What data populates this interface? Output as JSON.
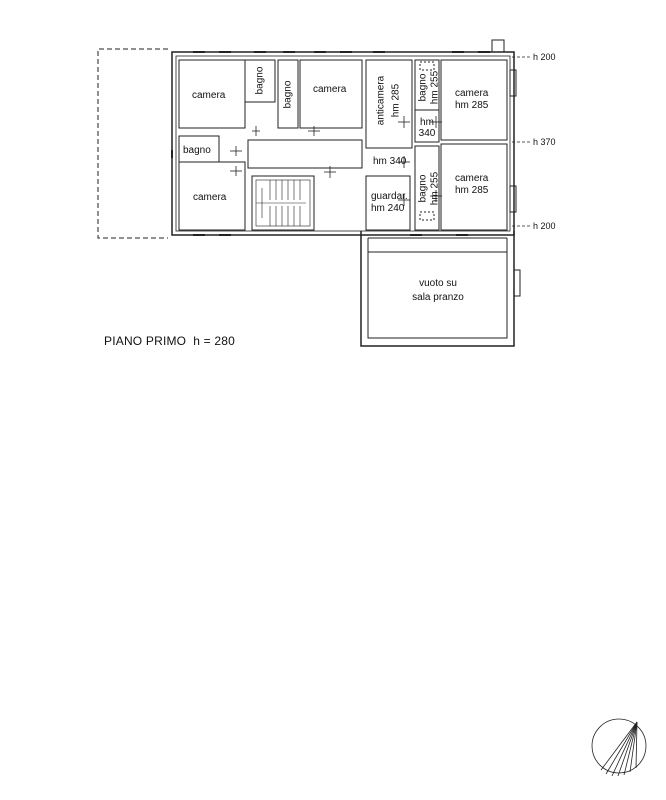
{
  "rooms": {
    "camera_top_left": "camera",
    "bagno_small_top": "bagno",
    "bagno_tall": "bagno",
    "camera_top_mid": "camera",
    "anticamera": "anticamera",
    "anticamera_h": "hm 285",
    "bagno_narrow": "bagno",
    "bagno_narrow_h": "hm 255",
    "hm_340_small": "hm\n340",
    "camera_top_right": "camera",
    "camera_top_right_h": "hm 285",
    "bagno_left": "bagno",
    "camera_lower_left": "camera",
    "corridor_h": "hm 340",
    "guardaroba": "guardar.",
    "guardaroba_h": "hm 240",
    "bagno_lower_narrow": "bagno",
    "bagno_lower_narrow_h": "hm 255",
    "camera_lower_right": "camera",
    "camera_lower_right_h": "hm 285",
    "vuoto_line1": "vuoto su",
    "vuoto_line2": "sala pranzo"
  },
  "levels": {
    "top": "h 200",
    "mid": "h 370",
    "low": "h 200"
  },
  "floor_title": "PIANO PRIMO  h = 280"
}
